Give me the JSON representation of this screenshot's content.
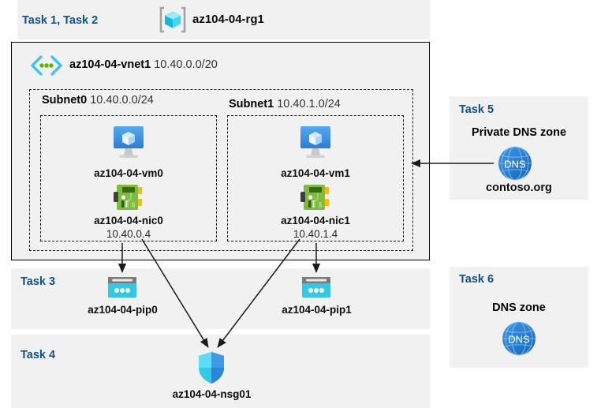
{
  "diagram": {
    "title": "az104-04-rg1",
    "resource_group": {
      "task_label": "Task 1, Task 2",
      "name": "az104-04-rg1",
      "icon": "resource-group-icon"
    },
    "vnet": {
      "name": "az104-04-vnet1",
      "cidr": "10.40.0.0/20",
      "icon": "virtual-network-icon"
    },
    "subnets": [
      {
        "name": "Subnet0",
        "cidr": "10.40.0.0/24",
        "vm": {
          "name": "az104-04-vm0",
          "icon": "virtual-machine-icon"
        },
        "nic": {
          "name": "az104-04-nic0",
          "ip": "10.40.0.4",
          "icon": "network-interface-icon"
        }
      },
      {
        "name": "Subnet1",
        "cidr": "10.40.1.0/24",
        "vm": {
          "name": "az104-04-vm1",
          "icon": "virtual-machine-icon"
        },
        "nic": {
          "name": "az104-04-nic1",
          "ip": "10.40.1.4",
          "icon": "network-interface-icon"
        }
      }
    ],
    "public_ips": {
      "task_label": "Task 3",
      "items": [
        {
          "name": "az104-04-pip0",
          "icon": "public-ip-address-icon"
        },
        {
          "name": "az104-04-pip1",
          "icon": "public-ip-address-icon"
        }
      ]
    },
    "nsg": {
      "task_label": "Task 4",
      "name": "az104-04-nsg01",
      "icon": "network-security-group-icon"
    },
    "private_dns_zone": {
      "task_label": "Task 5",
      "title": "Private DNS zone",
      "name": "contoso.org",
      "icon": "dns-zone-icon"
    },
    "dns_zone": {
      "task_label": "Task 6",
      "title": "DNS zone",
      "icon": "dns-zone-icon"
    },
    "colors": {
      "task_label": "#0f5289",
      "panel_bg": "#f1f1f1",
      "azure_blue": "#0078d4",
      "nic_green": "#7fba42",
      "pip_cyan": "#32c8e6",
      "dns_blue": "#1b86d8"
    }
  }
}
